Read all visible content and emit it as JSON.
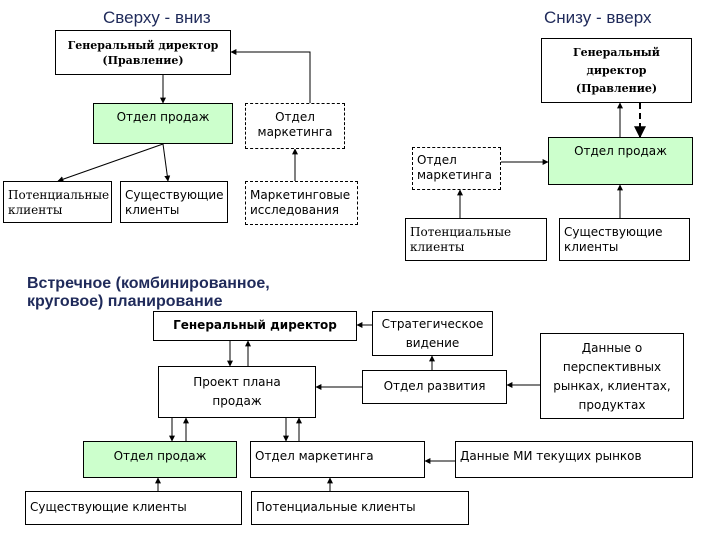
{
  "titles": {
    "top_down": "Сверху - вниз",
    "bottom_up": "Снизу - вверх",
    "combined_line1": "Встречное (комбинированное,",
    "combined_line2": "круговое) планирование"
  },
  "top_down": {
    "ceo": "Генеральный директор (Правление)",
    "sales": "Отдел продаж",
    "marketing": "Отдел маркетинга",
    "potential": "Потенциальные клиенты",
    "existing": "Существующие клиенты",
    "research": "Маркетинговые исследования"
  },
  "bottom_up": {
    "ceo": "Генеральный директор (Правление)",
    "sales": "Отдел продаж",
    "marketing": "Отдел маркетинга",
    "potential": "Потенциальные клиенты",
    "existing": "Существующие клиенты"
  },
  "combined": {
    "ceo": "Генеральный директор",
    "vision": "Стратегическое видение",
    "plan": "Проект плана продаж",
    "development": "Отдел развития",
    "prospective": "Данные о перспективных рынках, клиентах, продуктах",
    "sales": "Отдел продаж",
    "marketing": "Отдел маркетинга",
    "mi_data": "Данные МИ текущих рынков",
    "existing": "Существующие клиенты",
    "potential": "Потенциальные клиенты"
  }
}
